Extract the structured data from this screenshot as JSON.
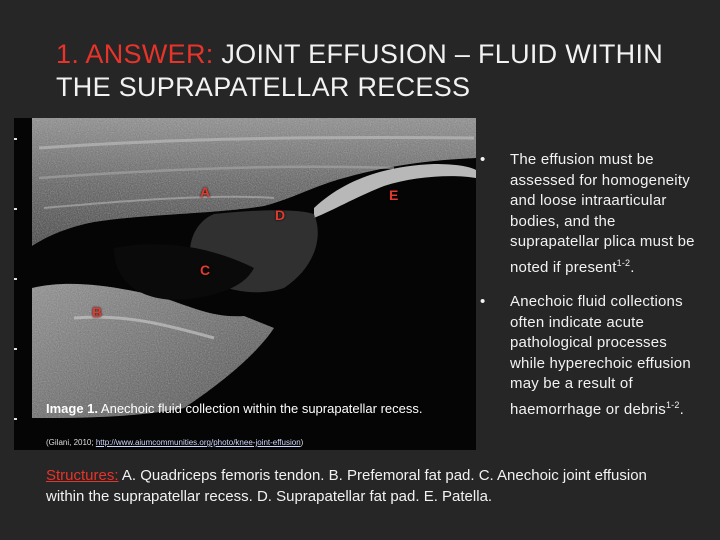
{
  "title": {
    "accent": "1. ANSWER:",
    "rest": " JOINT EFFUSION – FLUID WITHIN THE SUPRAPATELLAR RECESS"
  },
  "image": {
    "markers": {
      "a": "A",
      "b": "B",
      "c": "C",
      "d": "D",
      "e": "E"
    },
    "caption_label": "Image 1.",
    "caption_text": " Anechoic fluid collection within the suprapatellar recess.",
    "source_prefix": "(Gilani, 2010; ",
    "source_link": "http://www.aiumcommunities.org/photo/knee-joint-effusion",
    "source_suffix": ")"
  },
  "bullets": {
    "dot": "•",
    "items": [
      {
        "text": "The effusion must be assessed for homogeneity and loose intraarticular bodies, and the suprapatellar plica must be noted if present",
        "ref": "1-2",
        "end": "."
      },
      {
        "text": " Anechoic fluid collections often indicate acute pathological processes while hyperechoic effusion may be a result of haemorrhage or debris",
        "ref": "1-2",
        "end": "."
      }
    ]
  },
  "structures": {
    "label": "Structures:",
    "text": " A. Quadriceps femoris tendon. B. Prefemoral fat pad. C. Anechoic joint effusion within the suprapatellar recess. D. Suprapatellar fat pad. E. Patella."
  },
  "colors": {
    "accent": "#e8332a",
    "background": "#262626",
    "marker": "#e23a2e"
  }
}
